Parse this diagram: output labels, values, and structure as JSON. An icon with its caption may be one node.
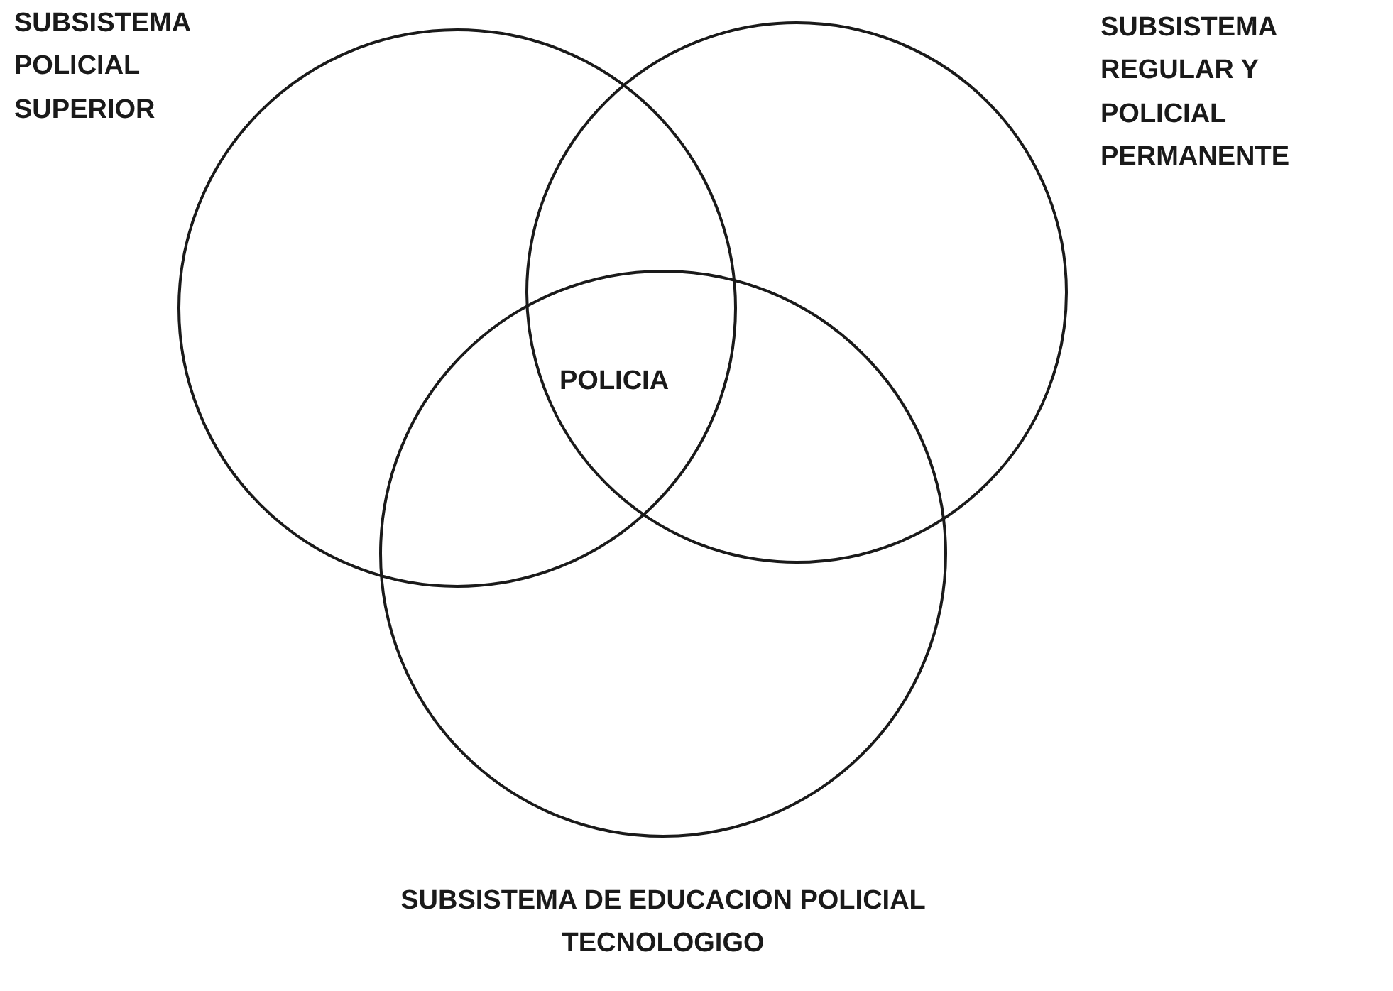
{
  "diagram": {
    "nodes": [
      {
        "text": [
          "SUBSISTEMA POLICIAL SUPERIOR"
        ]
      },
      {
        "text": [
          "SUBSISTEMA REGULAR Y POLICIAL PERMANENTE"
        ]
      },
      {
        "text": [
          "SUBSISTEMA DE EDUCACION POLICIAL TECNOLOGIGO"
        ]
      }
    ],
    "labels": [
      "POLICIA"
    ]
  }
}
